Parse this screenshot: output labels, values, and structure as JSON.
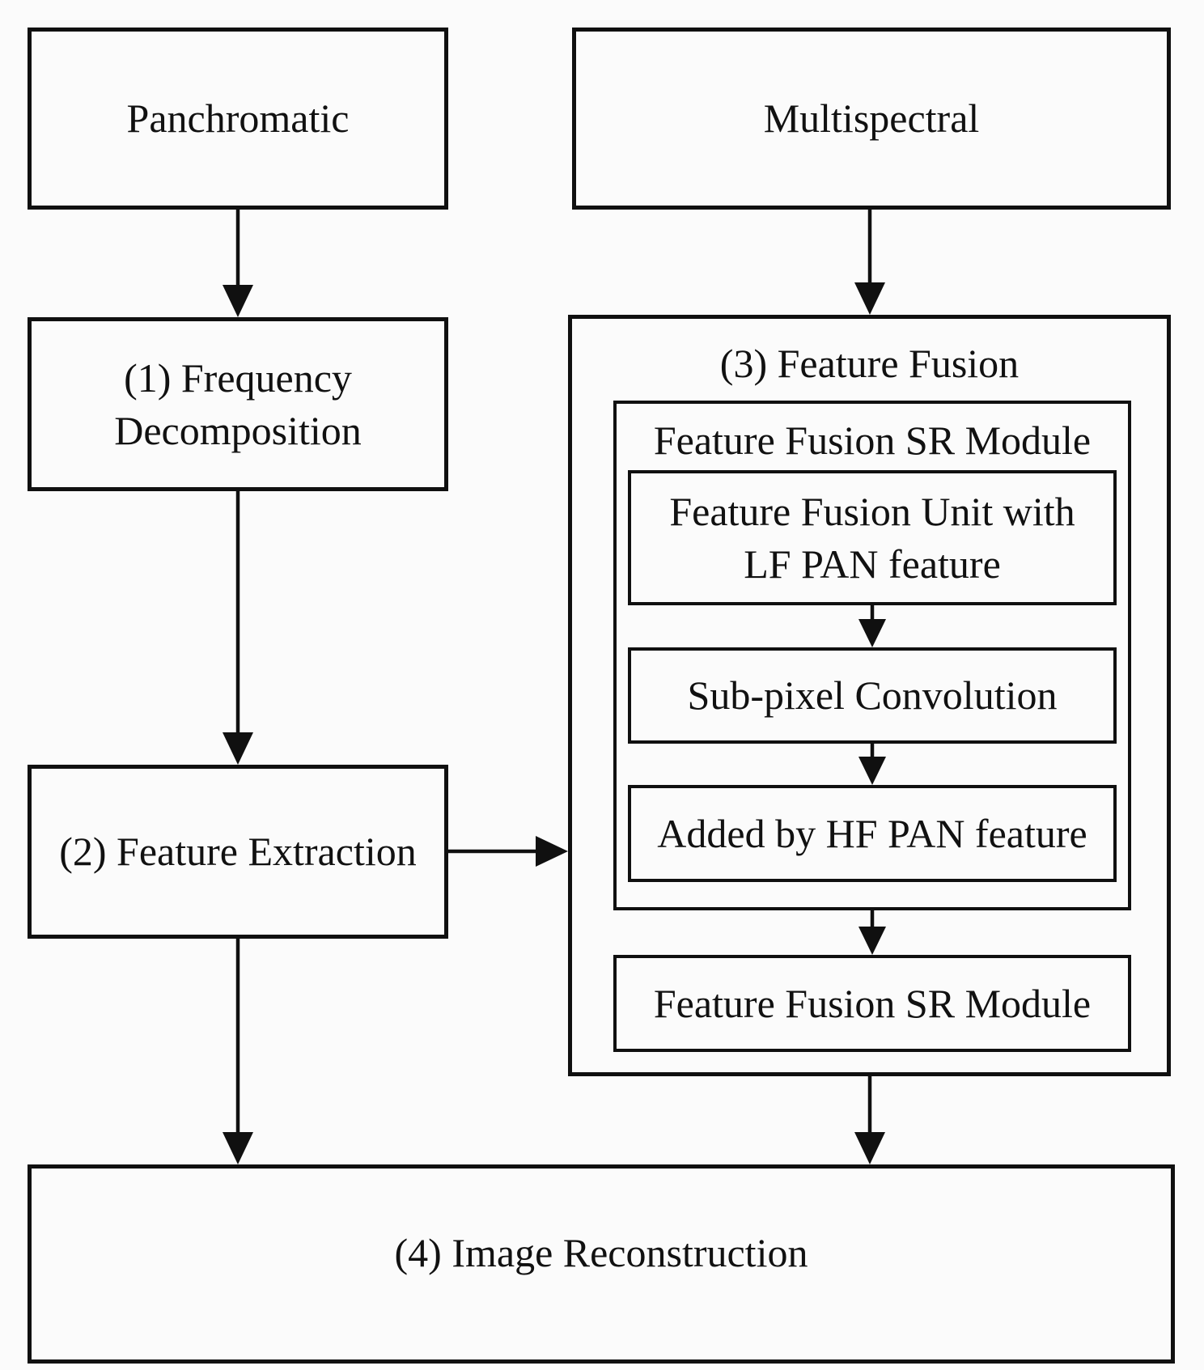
{
  "flowchart": {
    "colors": {
      "line": "#101010",
      "background": "#fbfbfb"
    },
    "inputs": {
      "panchromatic": {
        "label": "Panchromatic"
      },
      "multispectral": {
        "label": "Multispectral"
      }
    },
    "stage1": {
      "lines": [
        "(1) Frequency",
        "Decomposition"
      ]
    },
    "stage2": {
      "label": "(2) Feature Extraction"
    },
    "stage3": {
      "label": "(3) Feature Fusion",
      "sr_module": {
        "title": "Feature Fusion SR Module",
        "steps": {
          "fusion_unit_lines": [
            "Feature Fusion Unit with",
            "LF PAN feature"
          ],
          "subpixel": {
            "label": "Sub-pixel Convolution"
          },
          "added_hf": {
            "label": "Added by HF PAN feature"
          }
        }
      },
      "sr_module_repeat": {
        "label": "Feature Fusion SR Module"
      }
    },
    "stage4": {
      "label": "(4) Image Reconstruction"
    }
  }
}
